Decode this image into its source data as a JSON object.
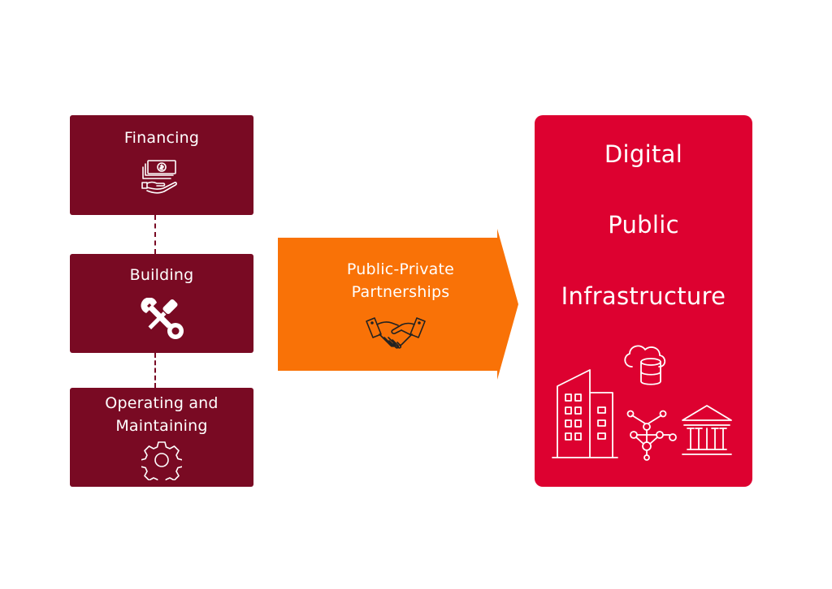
{
  "stages": [
    {
      "label": "Financing",
      "icon": "money-hand-icon"
    },
    {
      "label": "Building",
      "icon": "wrench-screwdriver-icon"
    },
    {
      "label": "Operating and Maintaining",
      "icon": "gear-icon"
    }
  ],
  "ppp": {
    "label": "Public-Private Partnerships",
    "icon": "handshake-icon"
  },
  "dpi": {
    "lines": [
      "Digital",
      "Public",
      "Infrastructure"
    ],
    "icons": [
      "buildings-icon",
      "cloud-database-icon",
      "network-icon",
      "government-building-icon"
    ]
  },
  "colors": {
    "stage_box": "#790a23",
    "arrow": "#f97207",
    "dpi_box": "#dd0130",
    "text": "#ffffff"
  }
}
